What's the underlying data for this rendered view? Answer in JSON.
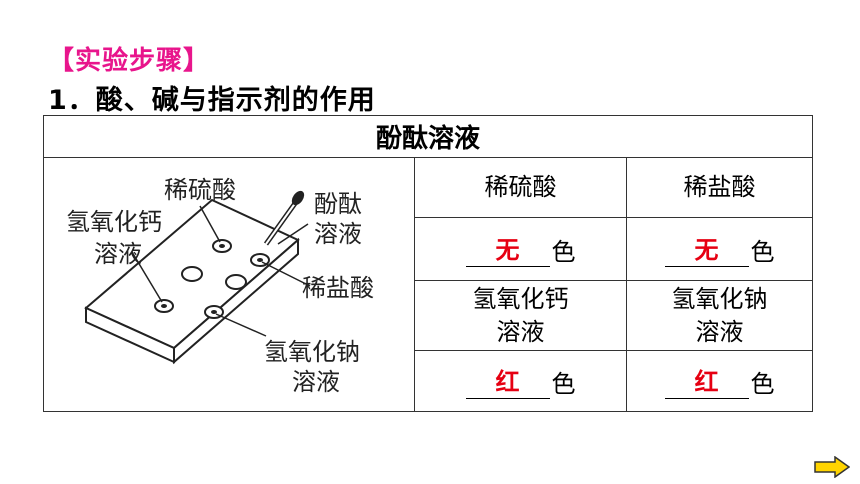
{
  "heading": "【实验步骤】",
  "subtitle": "1．酸、碱与指示剂的作用",
  "table": {
    "header": "酚酞溶液",
    "illustration_labels": {
      "sulfuric": "稀硫酸",
      "phenol_line1": "酚酞",
      "phenol_line2": "溶液",
      "caoh_line1": "氢氧化钙",
      "caoh_line2": "溶液",
      "hcl": "稀盐酸",
      "naoh_line1": "氢氧化钠",
      "naoh_line2": "溶液"
    },
    "col1": "稀硫酸",
    "col2": "稀盐酸",
    "row1_ans1": "无",
    "row1_ans2": "无",
    "color_suffix": "色",
    "row2_col1_line1": "氢氧化钙",
    "row2_col1_line2": "溶液",
    "row2_col2_line1": "氢氧化钠",
    "row2_col2_line2": "溶液",
    "row3_ans1": "红",
    "row3_ans2": "红"
  },
  "colors": {
    "heading": "#e8158c",
    "answer": "#e60012",
    "arrow": "#ffd400"
  }
}
